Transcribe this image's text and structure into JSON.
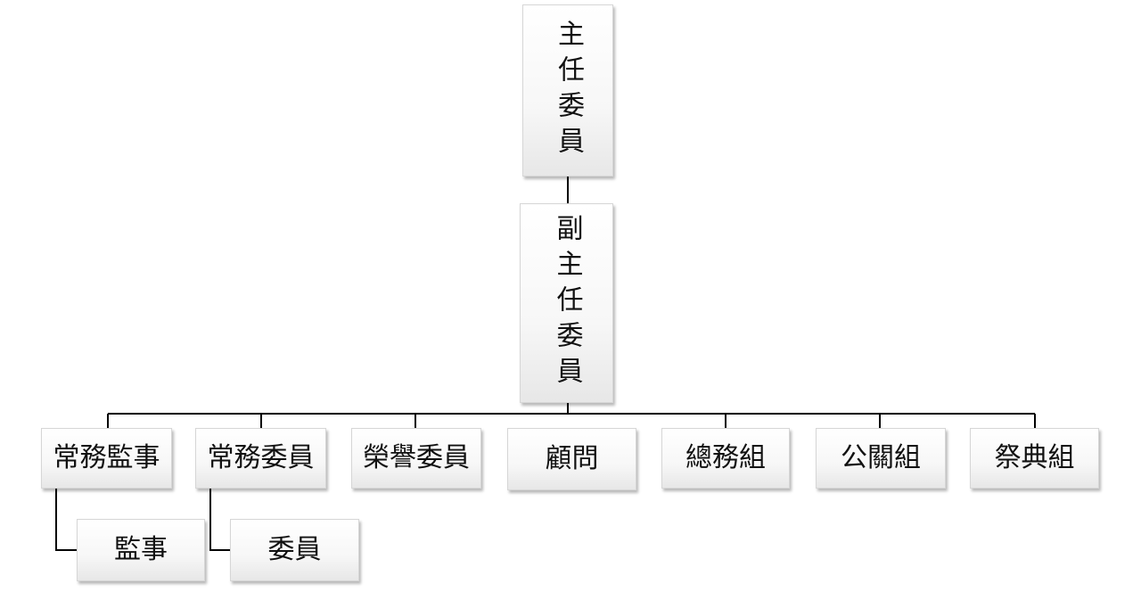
{
  "org_chart": {
    "chairman": "主任委員",
    "vice_chairman": "副主任委員",
    "departments": [
      "常務監事",
      "常務委員",
      "榮譽委員",
      "顧問",
      "總務組",
      "公關組",
      "祭典組"
    ],
    "sub_units": [
      "監事",
      "委員"
    ]
  }
}
